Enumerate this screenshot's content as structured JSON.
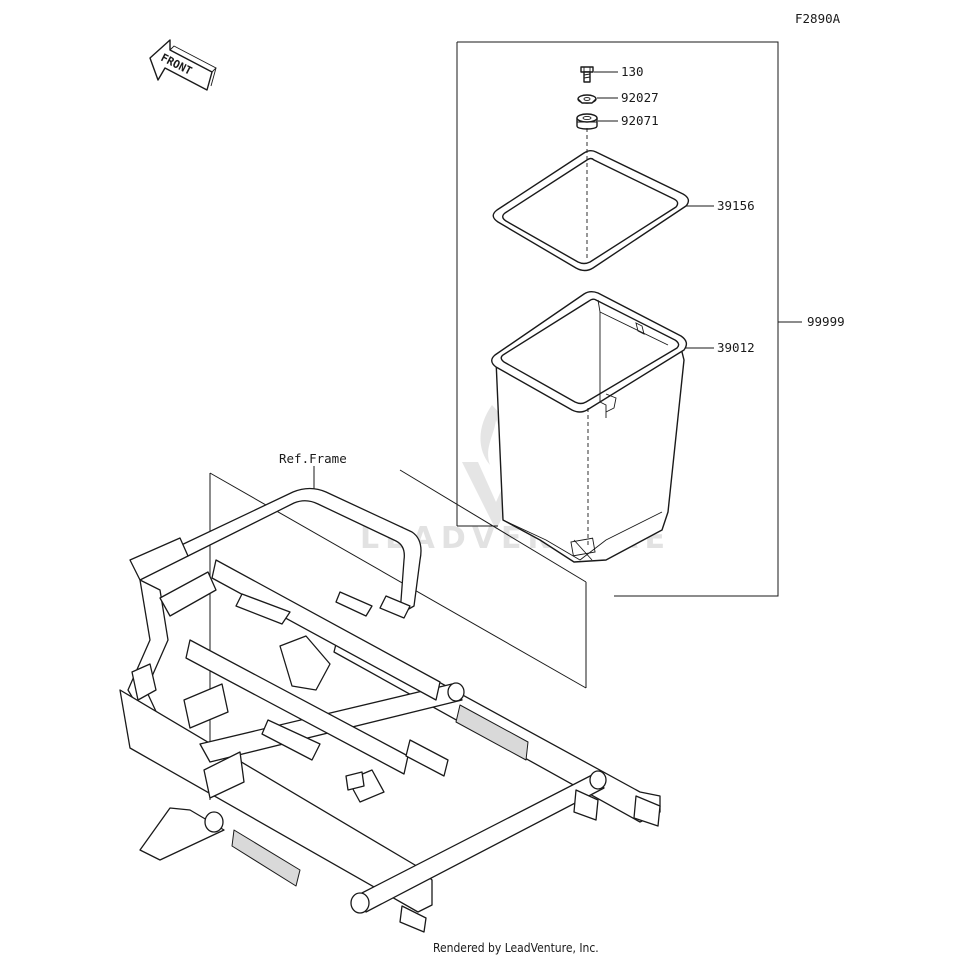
{
  "figure_code": "F2890A",
  "front_arrow_label": "FRONT",
  "ref_label": "Ref.Frame",
  "footer": "Rendered by LeadVenture, Inc.",
  "watermark_text": "LEADVENTURE",
  "callouts": {
    "bolt": "130",
    "washer": "92027",
    "grommet": "92071",
    "seal": "39156",
    "box": "39012",
    "assembly": "99999"
  }
}
